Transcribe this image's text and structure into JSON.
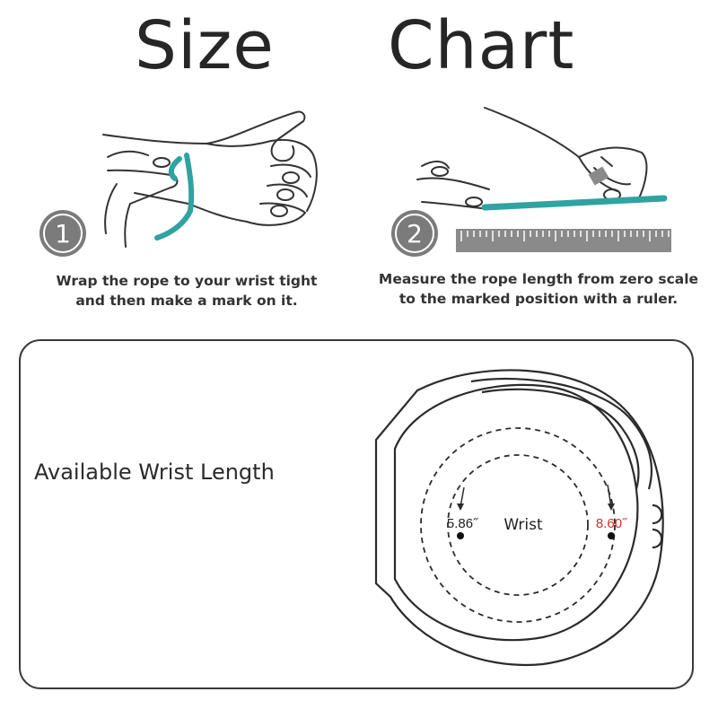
{
  "title": {
    "word1": "Size",
    "word2": "Chart"
  },
  "steps": [
    {
      "number": "1",
      "caption_line1": "Wrap the rope to your wrist tight",
      "caption_line2": "and then make a mark on it."
    },
    {
      "number": "2",
      "caption_line1": "Measure the rope length from zero scale",
      "caption_line2": "to the marked position with a ruler."
    }
  ],
  "panel": {
    "label": "Available Wrist Length",
    "center_label": "Wrist",
    "min_value": "5.86˝",
    "max_value": "8.60˝"
  },
  "colors": {
    "rope": "#2fa3a1",
    "max_value": "#d32f2f",
    "badge": "#7b7b7b",
    "outline": "#3a3a3a"
  },
  "icons": [
    "hand-wrist-illustration",
    "hand-ruler-illustration",
    "watch-band-illustration"
  ]
}
